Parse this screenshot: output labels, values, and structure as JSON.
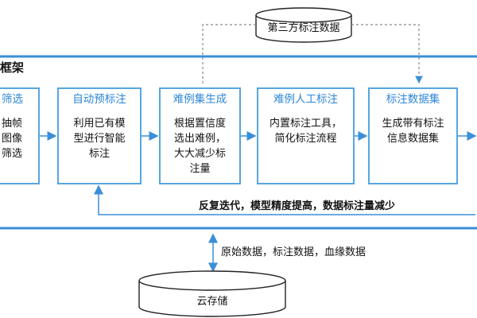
{
  "frame": {
    "title": "框架"
  },
  "external_store": {
    "label": "第三方标注数据"
  },
  "cloud_store": {
    "label": "云存储"
  },
  "steps": [
    {
      "title": "筛选",
      "lines": [
        "抽帧",
        "图像",
        "筛选"
      ]
    },
    {
      "title": "自动预标注",
      "lines": [
        "利用已有模",
        "型进行智能",
        "标注"
      ]
    },
    {
      "title": "难例集生成",
      "lines": [
        "根据置信度",
        "选出难例，",
        "大大减少标",
        "注量"
      ]
    },
    {
      "title": "难例人工标注",
      "lines": [
        "内置标注工具，",
        "简化标注流程"
      ]
    },
    {
      "title": "标注数据集",
      "lines": [
        "生成带有标注",
        "信息数据集"
      ]
    }
  ],
  "feedback_note": "反复迭代，模型精度提高，数据标注量减少",
  "storage_note": "原始数据，标注数据，血缘数据",
  "colors": {
    "accent": "#2e86d6",
    "border": "#56a6e0",
    "frame": "#3a8fd8"
  }
}
